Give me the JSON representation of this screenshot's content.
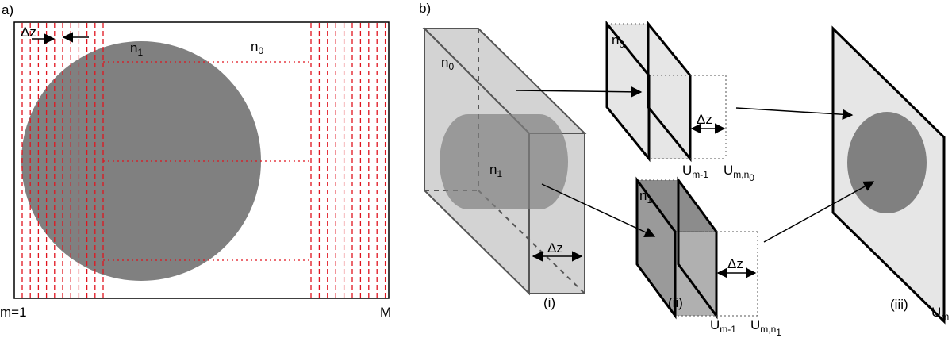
{
  "panel_a": {
    "label": "a)",
    "dz": "Δz",
    "n1": "n",
    "n1_sub": "1",
    "n0": "n",
    "n0_sub": "0",
    "m_start": "m=1",
    "m_end": "M"
  },
  "panel_b": {
    "label": "b)",
    "slab": {
      "n0": "n",
      "n0_sub": "0",
      "n1": "n",
      "n1_sub": "1",
      "dz": "Δz",
      "caption": "(i)"
    },
    "slice_n0": {
      "n0": "n",
      "n0_sub": "0",
      "dz": "Δz",
      "u_prev": "U",
      "u_prev_sub": "m-1",
      "u_next": "U",
      "u_next_sub": "m,n",
      "u_next_subsub": "0"
    },
    "slice_n1": {
      "n1": "n",
      "n1_sub": "1",
      "dz": "Δz",
      "caption": "(ii)",
      "u_prev": "U",
      "u_prev_sub": "m-1",
      "u_next": "U",
      "u_next_sub": "m,n",
      "u_next_subsub": "1"
    },
    "output": {
      "caption": "(iii)",
      "u": "U",
      "u_sub": "m"
    }
  },
  "colors": {
    "disk": "#808080",
    "slab_fill": "#d3d3d3",
    "slice_fill": "#e6e6e6",
    "slice_dark": "#8c8c8c",
    "grid_line": "#e0141e",
    "outline": "#000000"
  }
}
